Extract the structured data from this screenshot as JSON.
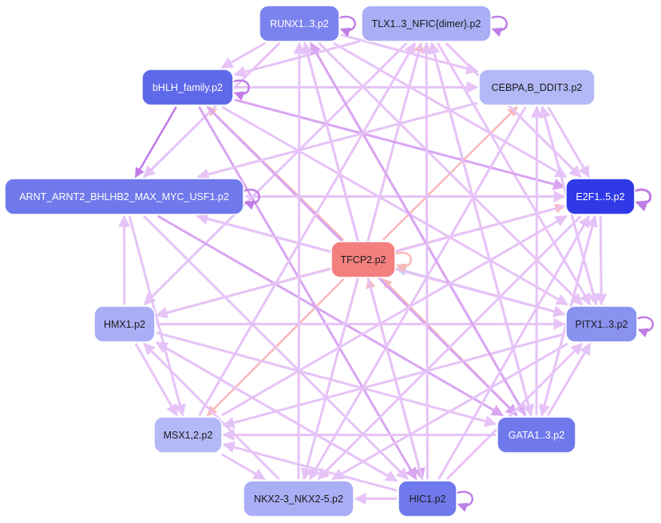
{
  "graph": {
    "nodes": [
      {
        "id": "runx",
        "label": "RUNX1..3.p2",
        "fill": "#7b84ee",
        "text": "#ffffff"
      },
      {
        "id": "tlx",
        "label": "TLX1..3_NFIC{dimer}.p2",
        "fill": "#a9aef5",
        "text": "#1a1a1a"
      },
      {
        "id": "bhlh",
        "label": "bHLH_family.p2",
        "fill": "#5e69ea",
        "text": "#ffffff"
      },
      {
        "id": "cebpa",
        "label": "CEBPA,B_DDIT3.p2",
        "fill": "#b3b8f6",
        "text": "#1a1a1a"
      },
      {
        "id": "arnt",
        "label": "ARNT_ARNT2_BHLHB2_MAX_MYC_USF1.p2",
        "fill": "#6f79ec",
        "text": "#ffffff"
      },
      {
        "id": "e2f",
        "label": "E2F1..5.p2",
        "fill": "#2f3ae6",
        "text": "#ffffff"
      },
      {
        "id": "tfcp2",
        "label": "TFCP2.p2",
        "fill": "#f47f7f",
        "text": "#1a1a1a"
      },
      {
        "id": "hmx",
        "label": "HMX1.p2",
        "fill": "#a9aef5",
        "text": "#1a1a1a"
      },
      {
        "id": "pitx",
        "label": "PITX1..3.p2",
        "fill": "#8a92f0",
        "text": "#1a1a1a"
      },
      {
        "id": "msx",
        "label": "MSX1,2.p2",
        "fill": "#b3b8f6",
        "text": "#1a1a1a"
      },
      {
        "id": "gata",
        "label": "GATA1..3.p2",
        "fill": "#6f79ec",
        "text": "#ffffff"
      },
      {
        "id": "nkx",
        "label": "NKX2-3_NKX2-5.p2",
        "fill": "#a9aef5",
        "text": "#1a1a1a"
      },
      {
        "id": "hic",
        "label": "HIC1.p2",
        "fill": "#6f79ec",
        "text": "#1a1a1a"
      }
    ],
    "edge_colors": {
      "light": "#e6c3f7",
      "medium": "#d9a5f2",
      "dark": "#c27ae9",
      "self": "#c07ee6",
      "red": "#f9b8b8",
      "blue": "#bcd0f0"
    },
    "edges": [
      {
        "from": "tfcp2",
        "to": "runx",
        "tone": "red"
      },
      {
        "from": "tfcp2",
        "to": "tlx",
        "tone": "red"
      },
      {
        "from": "tfcp2",
        "to": "bhlh",
        "tone": "red"
      },
      {
        "from": "tfcp2",
        "to": "cebpa",
        "tone": "red"
      },
      {
        "from": "tfcp2",
        "to": "e2f",
        "tone": "red"
      },
      {
        "from": "tfcp2",
        "to": "hmx",
        "tone": "red"
      },
      {
        "from": "tfcp2",
        "to": "msx",
        "tone": "red"
      },
      {
        "from": "tfcp2",
        "to": "nkx",
        "tone": "red"
      },
      {
        "from": "tfcp2",
        "to": "pitx",
        "tone": "red"
      },
      {
        "from": "gata",
        "to": "tfcp2",
        "tone": "red"
      },
      {
        "from": "pitx",
        "to": "tfcp2",
        "tone": "blue"
      },
      {
        "from": "hic",
        "to": "tfcp2",
        "tone": "red"
      },
      {
        "from": "runx",
        "to": "cebpa",
        "tone": "light"
      },
      {
        "from": "runx",
        "to": "e2f",
        "tone": "light"
      },
      {
        "from": "runx",
        "to": "arnt",
        "tone": "light"
      },
      {
        "from": "runx",
        "to": "bhlh",
        "tone": "light"
      },
      {
        "from": "runx",
        "to": "pitx",
        "tone": "light"
      },
      {
        "from": "runx",
        "to": "gata",
        "tone": "light"
      },
      {
        "from": "runx",
        "to": "hic",
        "tone": "medium"
      },
      {
        "from": "tlx",
        "to": "bhlh",
        "tone": "light"
      },
      {
        "from": "tlx",
        "to": "e2f",
        "tone": "light"
      },
      {
        "from": "tlx",
        "to": "hmx",
        "tone": "light"
      },
      {
        "from": "tlx",
        "to": "nkx",
        "tone": "light"
      },
      {
        "from": "tlx",
        "to": "pitx",
        "tone": "light"
      },
      {
        "from": "tlx",
        "to": "gata",
        "tone": "light"
      },
      {
        "from": "bhlh",
        "to": "e2f",
        "tone": "medium"
      },
      {
        "from": "bhlh",
        "to": "cebpa",
        "tone": "light"
      },
      {
        "from": "bhlh",
        "to": "arnt",
        "tone": "dark"
      },
      {
        "from": "bhlh",
        "to": "gata",
        "tone": "medium"
      },
      {
        "from": "bhlh",
        "to": "hic",
        "tone": "medium"
      },
      {
        "from": "bhlh",
        "to": "pitx",
        "tone": "light"
      },
      {
        "from": "cebpa",
        "to": "e2f",
        "tone": "light"
      },
      {
        "from": "cebpa",
        "to": "arnt",
        "tone": "light"
      },
      {
        "from": "cebpa",
        "to": "pitx",
        "tone": "light"
      },
      {
        "from": "cebpa",
        "to": "nkx",
        "tone": "light"
      },
      {
        "from": "arnt",
        "to": "e2f",
        "tone": "light"
      },
      {
        "from": "arnt",
        "to": "gata",
        "tone": "medium"
      },
      {
        "from": "arnt",
        "to": "hic",
        "tone": "light"
      },
      {
        "from": "arnt",
        "to": "msx",
        "tone": "light"
      },
      {
        "from": "arnt",
        "to": "pitx",
        "tone": "light"
      },
      {
        "from": "e2f",
        "to": "hmx",
        "tone": "light"
      },
      {
        "from": "e2f",
        "to": "nkx",
        "tone": "light"
      },
      {
        "from": "e2f",
        "to": "gata",
        "tone": "light"
      },
      {
        "from": "e2f",
        "to": "pitx",
        "tone": "light"
      },
      {
        "from": "hmx",
        "to": "arnt",
        "tone": "light"
      },
      {
        "from": "hmx",
        "to": "pitx",
        "tone": "light"
      },
      {
        "from": "hmx",
        "to": "gata",
        "tone": "light"
      },
      {
        "from": "hmx",
        "to": "msx",
        "tone": "light"
      },
      {
        "from": "hmx",
        "to": "hic",
        "tone": "light"
      },
      {
        "from": "pitx",
        "to": "cebpa",
        "tone": "light"
      },
      {
        "from": "pitx",
        "to": "nkx",
        "tone": "light"
      },
      {
        "from": "pitx",
        "to": "msx",
        "tone": "light"
      },
      {
        "from": "pitx",
        "to": "arnt",
        "tone": "light"
      },
      {
        "from": "gata",
        "to": "e2f",
        "tone": "light"
      },
      {
        "from": "gata",
        "to": "cebpa",
        "tone": "light"
      },
      {
        "from": "gata",
        "to": "pitx",
        "tone": "light"
      },
      {
        "from": "gata",
        "to": "runx",
        "tone": "medium"
      },
      {
        "from": "gata",
        "to": "tlx",
        "tone": "light"
      },
      {
        "from": "gata",
        "to": "msx",
        "tone": "light"
      },
      {
        "from": "hic",
        "to": "nkx",
        "tone": "light"
      },
      {
        "from": "hic",
        "to": "e2f",
        "tone": "light"
      },
      {
        "from": "hic",
        "to": "pitx",
        "tone": "light"
      },
      {
        "from": "hic",
        "to": "runx",
        "tone": "light"
      },
      {
        "from": "hic",
        "to": "tlx",
        "tone": "light"
      },
      {
        "from": "hic",
        "to": "msx",
        "tone": "light"
      },
      {
        "from": "hic",
        "to": "hmx",
        "tone": "light"
      },
      {
        "from": "nkx",
        "to": "runx",
        "tone": "light"
      },
      {
        "from": "nkx",
        "to": "hmx",
        "tone": "light"
      },
      {
        "from": "msx",
        "to": "tlx",
        "tone": "light"
      },
      {
        "from": "msx",
        "to": "e2f",
        "tone": "light"
      },
      {
        "from": "msx",
        "to": "nkx",
        "tone": "light"
      }
    ],
    "self_loops": [
      "runx",
      "tlx",
      "bhlh",
      "arnt",
      "e2f",
      "tfcp2",
      "pitx",
      "hic"
    ]
  }
}
